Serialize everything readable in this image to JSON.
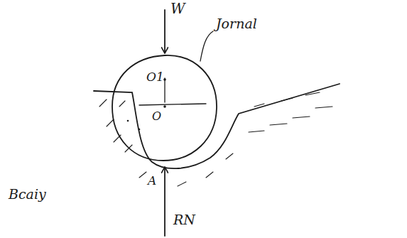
{
  "diagram": {
    "labels": [
      "W",
      "Jornal",
      "O1",
      "O",
      "Bcaiy",
      "A",
      "RN"
    ]
  }
}
